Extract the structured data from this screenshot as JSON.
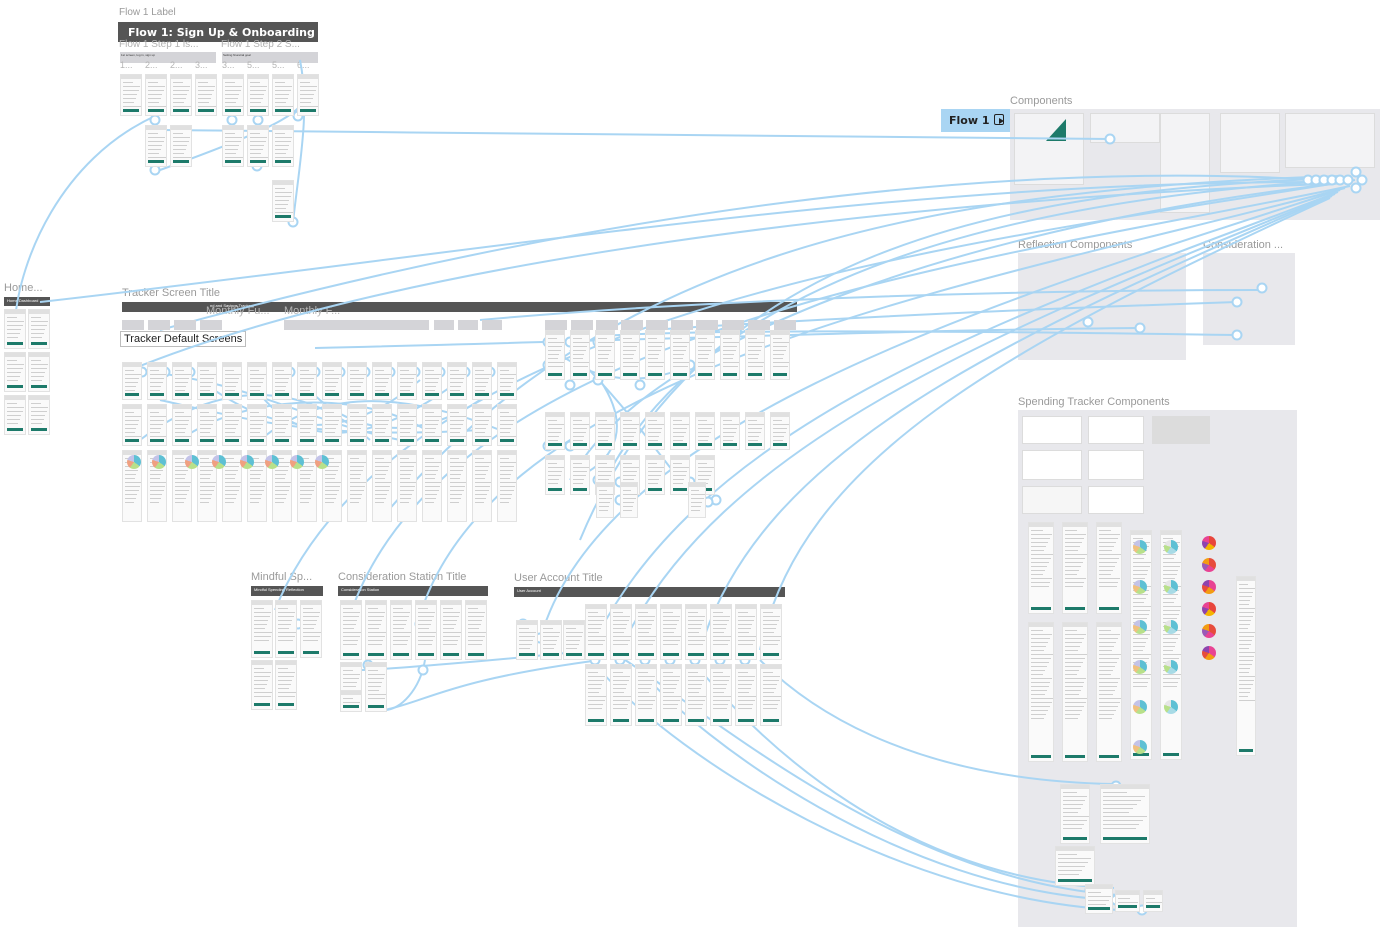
{
  "canvas": {
    "flow1_label": "Flow 1 Label",
    "flow1_title": "Flow 1: Sign Up & Onboarding",
    "flow1_step1": "Flow 1 Step 1 ls...",
    "flow1_step2": "Flow 1 Step 2 S...",
    "flow1_step1_caption": "1st screen, log in, sign up",
    "flow1_step2_caption": "Setting financial goal",
    "flow1_numbers": [
      "1...",
      "2...",
      "2...",
      "3...",
      "3...",
      "5...",
      "5...",
      "6..."
    ],
    "components_label": "Components",
    "flow_button_label": "Flow 1",
    "reflection_components_label": "Reflection Components",
    "consideration_label": "Consideration ...",
    "home_label": "Home...",
    "home_bar": "Home Dashboard",
    "tracker_label": "Tracker Screen Title",
    "tracker_bar": "nd and Savings Tracker",
    "tracker_sub1": "Monthly Fu...",
    "tracker_sub2": "Monthly F...",
    "tracker_default_screens": "Tracker Default Screens",
    "spending_components_label": "Spending Tracker Components",
    "mindful_label": "Mindful Sp...",
    "mindful_bar": "Mindful Spending Reflection",
    "consideration_station_label": "Consideration Station Title",
    "consideration_station_bar": "Consideration Station",
    "user_account_label": "User Account Title",
    "user_account_bar": "User Account"
  },
  "colors": {
    "wire": "#a9d5f3",
    "accent_teal": "#1d7a6a",
    "bar_dark": "#555555",
    "section_bg": "#e8e8ec"
  },
  "icons": [
    "play-icon"
  ]
}
